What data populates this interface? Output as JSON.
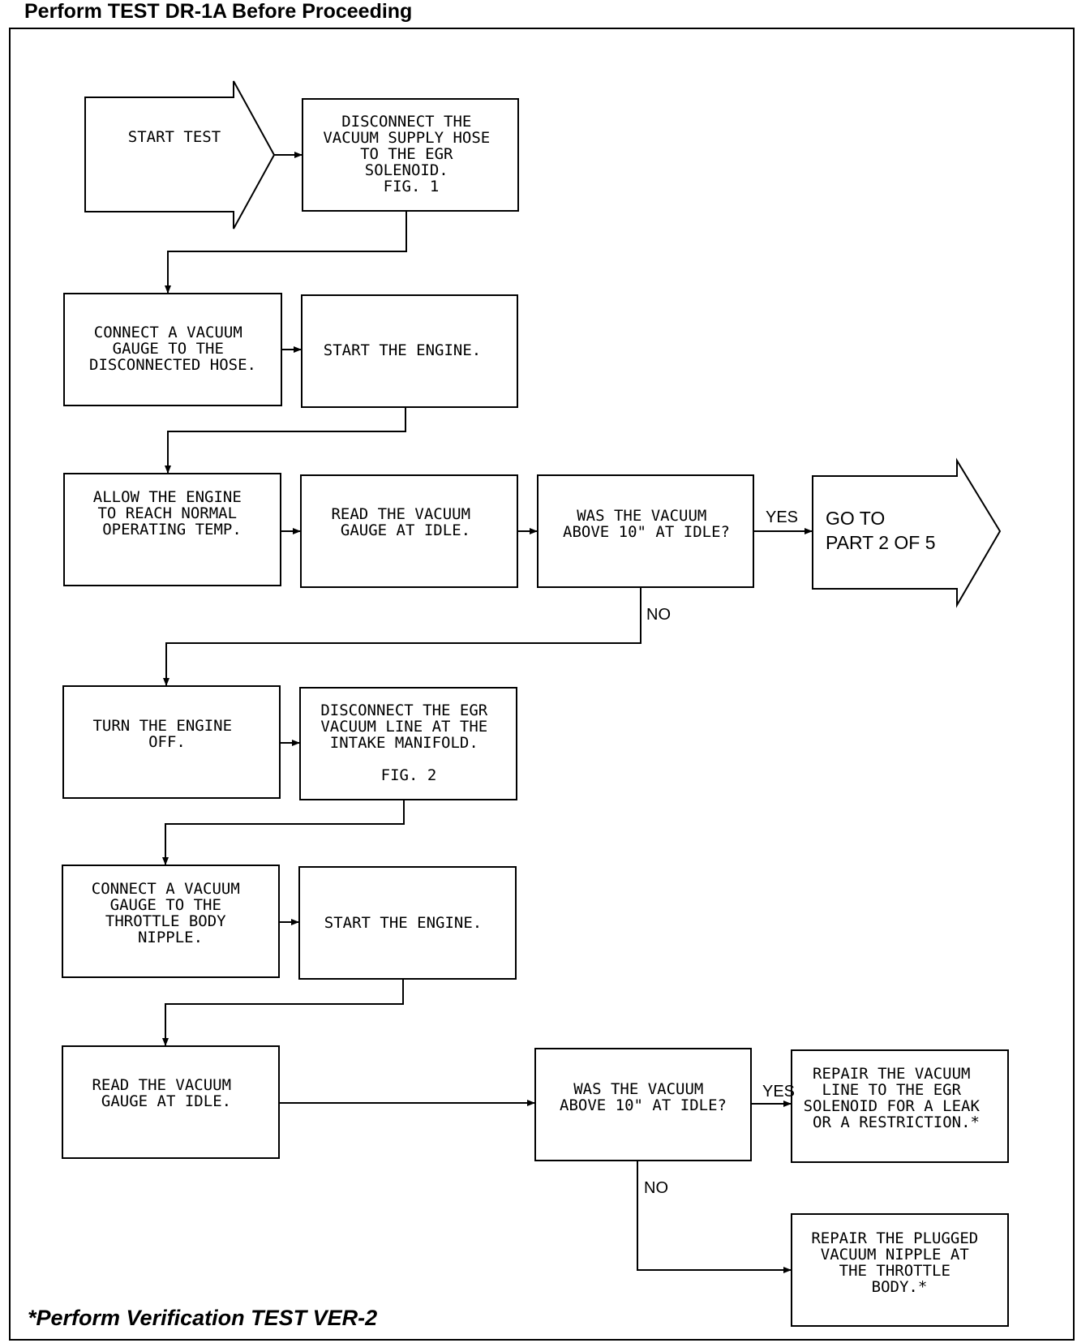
{
  "header": {
    "title": "Perform TEST DR-1A Before Proceeding"
  },
  "footer": {
    "note": "*Perform Verification TEST VER-2"
  },
  "nodes": [
    {
      "id": "start",
      "lines": [
        "START TEST"
      ]
    },
    {
      "id": "n1",
      "lines": [
        "DISCONNECT THE",
        "VACUUM SUPPLY HOSE",
        "TO THE EGR",
        "SOLENOID.",
        "FIG. 1"
      ]
    },
    {
      "id": "n2",
      "lines": [
        "CONNECT A VACUUM",
        "GAUGE TO THE",
        "DISCONNECTED HOSE."
      ]
    },
    {
      "id": "n3",
      "lines": [
        "START THE ENGINE."
      ]
    },
    {
      "id": "n4",
      "lines": [
        "ALLOW THE ENGINE",
        "TO REACH NORMAL",
        "OPERATING TEMP."
      ]
    },
    {
      "id": "n5",
      "lines": [
        "READ THE VACUUM",
        "GAUGE AT IDLE."
      ]
    },
    {
      "id": "n6",
      "lines": [
        "WAS THE VACUUM",
        "ABOVE 10\" AT IDLE?"
      ]
    },
    {
      "id": "n7",
      "lines": [
        "GO TO",
        "PART 2 OF 5"
      ]
    },
    {
      "id": "n8",
      "lines": [
        "TURN THE ENGINE",
        "OFF."
      ]
    },
    {
      "id": "n9",
      "lines": [
        "DISCONNECT THE EGR",
        "VACUUM LINE AT THE",
        "INTAKE MANIFOLD.",
        "FIG. 2"
      ]
    },
    {
      "id": "n10",
      "lines": [
        "CONNECT A VACUUM",
        "GAUGE TO THE",
        "THROTTLE BODY",
        "NIPPLE."
      ]
    },
    {
      "id": "n11",
      "lines": [
        "START THE ENGINE."
      ]
    },
    {
      "id": "n12",
      "lines": [
        "READ THE VACUUM",
        "GAUGE AT IDLE."
      ]
    },
    {
      "id": "n13",
      "lines": [
        "WAS THE VACUUM",
        "ABOVE 10\" AT IDLE?"
      ]
    },
    {
      "id": "n14",
      "lines": [
        "REPAIR THE VACUUM",
        "LINE TO THE EGR",
        "SOLENOID FOR A LEAK",
        "OR A RESTRICTION.*"
      ]
    },
    {
      "id": "n15",
      "lines": [
        "REPAIR THE PLUGGED",
        "VACUUM NIPPLE AT",
        "THE THROTTLE",
        "BODY.*"
      ]
    }
  ],
  "edge_labels": {
    "yes": "YES",
    "no": "NO"
  }
}
